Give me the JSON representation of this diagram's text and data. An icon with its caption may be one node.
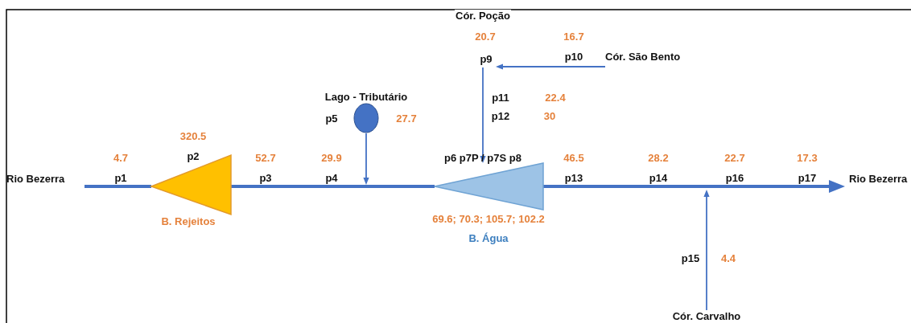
{
  "diagram": {
    "nodes": [
      {
        "text": [
          "Cór. São Bento"
        ]
      },
      {
        "text": [
          "Lago - Tributário"
        ],
        "beside": [
          "p5",
          "27.7"
        ]
      },
      {
        "text": [
          "Rio Bezerra"
        ]
      },
      {
        "text": [
          "320.5",
          "p2",
          "B. Rejeitos"
        ]
      },
      {
        "text": [
          "p6 p7P / p7S p8",
          "69.6; 70.3; 105.7; 102.2",
          "B. Água"
        ]
      },
      {
        "text": [
          "Rio Bezerra"
        ]
      },
      {
        "text": [
          "Cór. Carvalho"
        ]
      },
      {
        "text": [
          "p9"
        ]
      }
    ],
    "edges": [
      {
        "from": 2,
        "to": 3,
        "arrow": "none",
        "style": "thick"
      },
      {
        "from": 3,
        "to": 4,
        "arrow": "none",
        "style": "thick"
      },
      {
        "from": 4,
        "to": 5,
        "arrow": "to",
        "style": "thick"
      },
      {
        "from": 1,
        "to": null,
        "arrow": "to"
      },
      {
        "from": 0,
        "to": 7,
        "arrow": "to"
      },
      {
        "from": 7,
        "to": 4,
        "arrow": "to"
      },
      {
        "from": 6,
        "to": null,
        "arrow": "to"
      }
    ],
    "labels": [
      "Cór. Poção",
      "20.7",
      "16.7",
      "p10",
      "p11",
      "22.4",
      "p12",
      "30",
      "4.7",
      "52.7",
      "29.9",
      "46.5",
      "28.2",
      "22.7",
      "17.3",
      "p1",
      "p3",
      "p4",
      "p13",
      "p14",
      "p16",
      "p17",
      "p15",
      "4.4"
    ]
  }
}
